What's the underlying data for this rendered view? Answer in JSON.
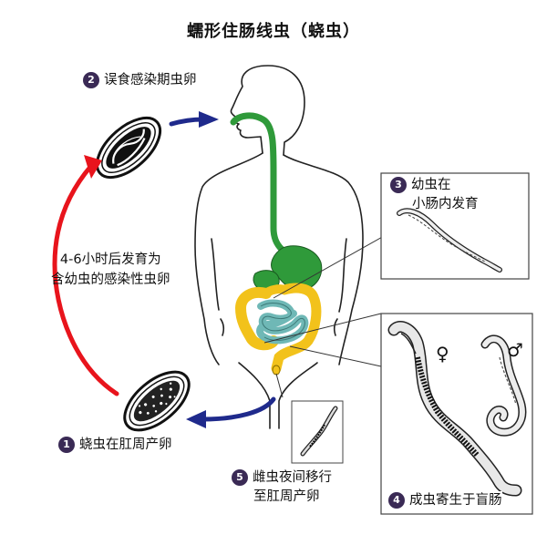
{
  "title": "蠕形住肠线虫（蛲虫）",
  "steps": [
    {
      "num": "1",
      "text": "蛲虫在肛周产卵"
    },
    {
      "num": "2",
      "text": "误食感染期虫卵"
    },
    {
      "num": "3",
      "line1": "幼虫在",
      "line2": "小肠内发育"
    },
    {
      "num": "4",
      "text": "成虫寄生于盲肠"
    },
    {
      "num": "5",
      "line1": "雌虫夜间移行",
      "line2": "至肛周产卵"
    }
  ],
  "side_note": {
    "line1": "4-6小时后发育为",
    "line2": "含幼虫的感染性虫卵"
  },
  "symbols": {
    "female": "♀",
    "male": "♂"
  },
  "colors": {
    "cycle_arrow": "#e8141c",
    "blue_arrow": "#1f2a8c",
    "esophagus": "#2f9a3a",
    "colon": "#f2c21b",
    "small_intestine": "#6fb8b6",
    "badge": "#3a2a55"
  }
}
